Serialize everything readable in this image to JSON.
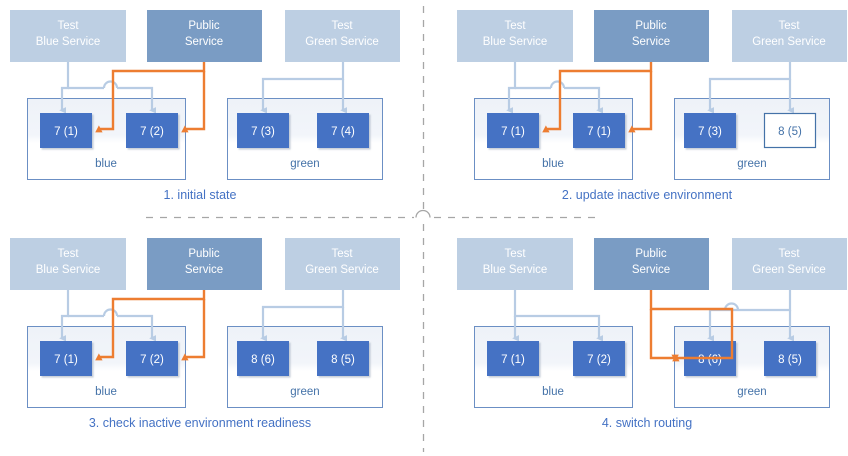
{
  "colors": {
    "test_service_fill": "#bdcfe3",
    "public_service_fill": "#7a9cc4",
    "node_fill": "#4472c4",
    "node_stroke": "#4472a8",
    "env_stroke": "#6b8fc4",
    "env_fill": "#f2f5fa",
    "arrow_blue": "#b8cce4",
    "arrow_orange": "#ed7d31",
    "caption_text": "#4472c4",
    "divider": "#a6a6a6",
    "service_text": "#ffffff"
  },
  "services": {
    "test_blue": {
      "line1": "Test",
      "line2": "Blue Service"
    },
    "public": {
      "line1": "Public",
      "line2": "Service"
    },
    "test_green": {
      "line1": "Test",
      "line2": "Green Service"
    }
  },
  "environments": {
    "blue_label": "blue",
    "green_label": "green"
  },
  "panels": [
    {
      "id": "panel-1",
      "caption": "1. initial state",
      "blue_nodes": [
        {
          "label": "7 (1)",
          "style": "filled"
        },
        {
          "label": "7 (2)",
          "style": "filled"
        }
      ],
      "green_nodes": [
        {
          "label": "7 (3)",
          "style": "filled"
        },
        {
          "label": "7 (4)",
          "style": "filled"
        }
      ],
      "public_routes_to": "blue"
    },
    {
      "id": "panel-2",
      "caption": "2. update inactive environment",
      "blue_nodes": [
        {
          "label": "7 (1)",
          "style": "filled"
        },
        {
          "label": "7 (1)",
          "style": "filled"
        }
      ],
      "green_nodes": [
        {
          "label": "7 (3)",
          "style": "filled"
        },
        {
          "label": "8 (5)",
          "style": "outline"
        }
      ],
      "public_routes_to": "blue"
    },
    {
      "id": "panel-3",
      "caption": "3. check inactive environment readiness",
      "blue_nodes": [
        {
          "label": "7 (1)",
          "style": "filled"
        },
        {
          "label": "7 (2)",
          "style": "filled"
        }
      ],
      "green_nodes": [
        {
          "label": "8 (6)",
          "style": "filled"
        },
        {
          "label": "8 (5)",
          "style": "filled"
        }
      ],
      "public_routes_to": "blue"
    },
    {
      "id": "panel-4",
      "caption": "4. switch routing",
      "blue_nodes": [
        {
          "label": "7 (1)",
          "style": "filled"
        },
        {
          "label": "7 (2)",
          "style": "filled"
        }
      ],
      "green_nodes": [
        {
          "label": "8 (6)",
          "style": "filled"
        },
        {
          "label": "8 (5)",
          "style": "filled"
        }
      ],
      "public_routes_to": "green"
    }
  ]
}
